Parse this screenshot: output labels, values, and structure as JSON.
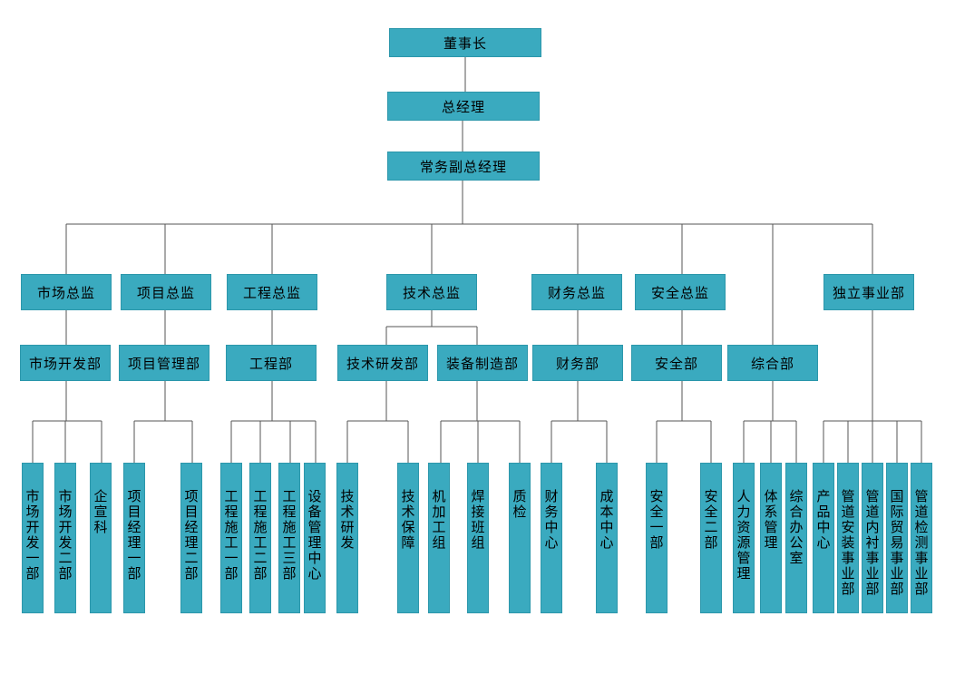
{
  "top": {
    "chairman": "董事长",
    "gm": "总经理",
    "exec_vp": "常务副总经理"
  },
  "directors": {
    "market": "市场总监",
    "project": "项目总监",
    "engineering": "工程总监",
    "tech": "技术总监",
    "finance": "财务总监",
    "safety": "安全总监",
    "independent": "独立事业部"
  },
  "departments": {
    "market_dev": "市场开发部",
    "project_mgmt": "项目管理部",
    "engineering": "工程部",
    "tech_rd": "技术研发部",
    "equipment_mfg": "装备制造部",
    "finance": "财务部",
    "safety": "安全部",
    "general": "综合部"
  },
  "units": {
    "market_dev_1": "市场开发一部",
    "market_dev_2": "市场开发二部",
    "publicity": "企宣科",
    "pm_1": "项目经理一部",
    "pm_2": "项目经理二部",
    "construction_1": "工程施工一部",
    "construction_2": "工程施工二部",
    "construction_3": "工程施工三部",
    "equipment_center": "设备管理中心",
    "tech_research": "技术研发",
    "tech_support": "技术保障",
    "machining": "机加工组",
    "welding": "焊接班组",
    "quality": "质检",
    "finance_center": "财务中心",
    "cost_center": "成本中心",
    "safety_1": "安全一部",
    "safety_2": "安全二部",
    "hr": "人力资源管理",
    "system_mgmt": "体系管理",
    "general_office": "综合办公室",
    "product_center": "产品中心",
    "pipe_install": "管道安装事业部",
    "pipe_lining": "管道内衬事业部",
    "intl_trade": "国际贸易事业部",
    "pipe_inspection": "管道检测事业部"
  }
}
